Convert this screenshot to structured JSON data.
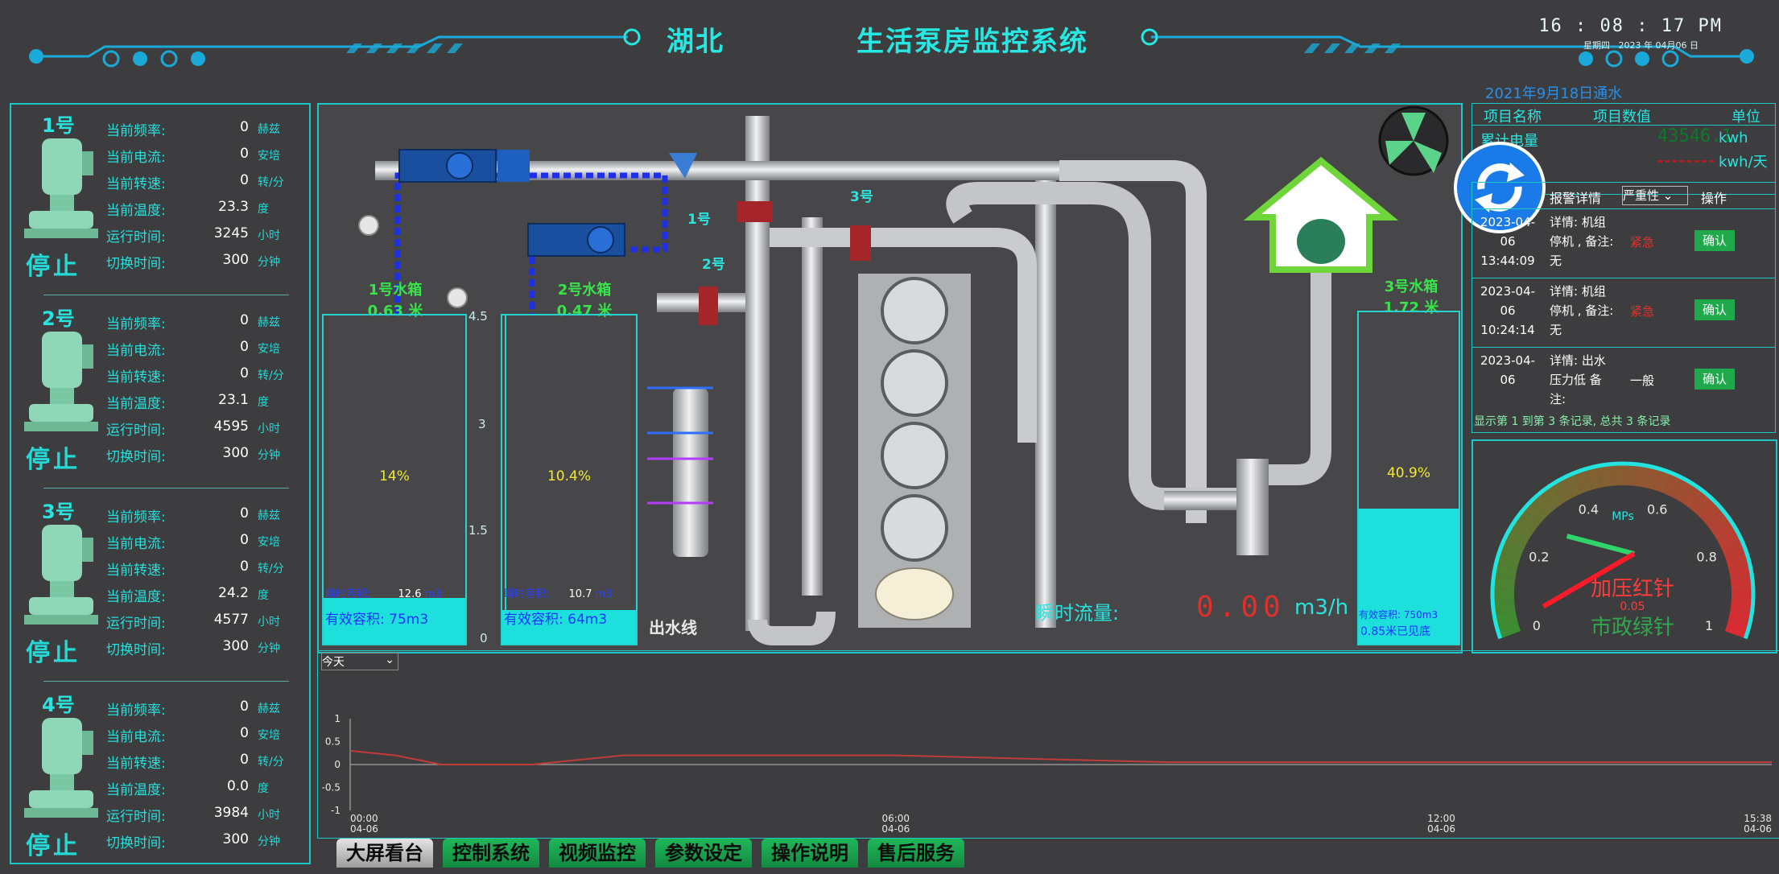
{
  "header": {
    "region": "湖北",
    "title": "生活泵房监控系统",
    "time": "16 : 08 : 17 PM",
    "weekday": "星期四",
    "date": "2023 年 04月06 日",
    "open_note": "2021年9月18日通水"
  },
  "pumps": [
    {
      "name": "1号",
      "status": "停止",
      "rows": [
        {
          "label": "当前频率:",
          "value": "0",
          "unit": "赫兹"
        },
        {
          "label": "当前电流:",
          "value": "0",
          "unit": "安培"
        },
        {
          "label": "当前转速:",
          "value": "0",
          "unit": "转/分"
        },
        {
          "label": "当前温度:",
          "value": "23.3",
          "unit": "度"
        },
        {
          "label": "运行时间:",
          "value": "3245",
          "unit": "小时"
        },
        {
          "label": "切换时间:",
          "value": "300",
          "unit": "分钟"
        }
      ]
    },
    {
      "name": "2号",
      "status": "停止",
      "rows": [
        {
          "label": "当前频率:",
          "value": "0",
          "unit": "赫兹"
        },
        {
          "label": "当前电流:",
          "value": "0",
          "unit": "安培"
        },
        {
          "label": "当前转速:",
          "value": "0",
          "unit": "转/分"
        },
        {
          "label": "当前温度:",
          "value": "23.1",
          "unit": "度"
        },
        {
          "label": "运行时间:",
          "value": "4595",
          "unit": "小时"
        },
        {
          "label": "切换时间:",
          "value": "300",
          "unit": "分钟"
        }
      ]
    },
    {
      "name": "3号",
      "status": "停止",
      "rows": [
        {
          "label": "当前频率:",
          "value": "0",
          "unit": "赫兹"
        },
        {
          "label": "当前电流:",
          "value": "0",
          "unit": "安培"
        },
        {
          "label": "当前转速:",
          "value": "0",
          "unit": "转/分"
        },
        {
          "label": "当前温度:",
          "value": "24.2",
          "unit": "度"
        },
        {
          "label": "运行时间:",
          "value": "4577",
          "unit": "小时"
        },
        {
          "label": "切换时间:",
          "value": "300",
          "unit": "分钟"
        }
      ]
    },
    {
      "name": "4号",
      "status": "停止",
      "rows": [
        {
          "label": "当前频率:",
          "value": "0",
          "unit": "赫兹"
        },
        {
          "label": "当前电流:",
          "value": "0",
          "unit": "安培"
        },
        {
          "label": "当前转速:",
          "value": "0",
          "unit": "转/分"
        },
        {
          "label": "当前温度:",
          "value": "0.0",
          "unit": "度"
        },
        {
          "label": "运行时间:",
          "value": "3984",
          "unit": "小时"
        },
        {
          "label": "切换时间:",
          "value": "300",
          "unit": "分钟"
        }
      ]
    }
  ],
  "diagram": {
    "tank1": {
      "title": "1号水箱",
      "level": "0.63 米",
      "percent": "14%",
      "fill": 0.14,
      "volume_small_label": "瞬时容积:",
      "volume_small_value": "12.6",
      "volume_small_unit": "m3",
      "volume": "有效容积: 75m3"
    },
    "tank2": {
      "title": "2号水箱",
      "level": "0.47 米",
      "percent": "10.4%",
      "fill": 0.104,
      "volume_small_label": "瞬时容积:",
      "volume_small_value": "10.7",
      "volume_small_unit": "m3",
      "volume": "有效容积: 64m3"
    },
    "tank3": {
      "title": "3号水箱",
      "level": "1.72 米",
      "percent": "40.9%",
      "fill": 0.409,
      "volume_small": "有效容积: 750m3",
      "note": "0.85米已见底"
    },
    "scale_ticks": [
      "4.5",
      "3",
      "1.5",
      "0"
    ],
    "outlet_label": "出水线",
    "valve_labels": [
      "1号",
      "2号",
      "3号"
    ],
    "flow_label": "瞬时流量:",
    "flow_value": "0.00",
    "flow_unit": "m3/h"
  },
  "energy_table": {
    "headers": [
      "项目名称",
      "项目数值",
      "单位"
    ],
    "rows": [
      {
        "name": "累计电量",
        "value": "43546.1",
        "unit": "kwh"
      },
      {
        "name": "",
        "value": "",
        "unit": "kwh/天"
      }
    ]
  },
  "alarms": {
    "headers": [
      "",
      "报警详情",
      "严重性",
      "操作"
    ],
    "severity_filter": "严重性",
    "rows": [
      {
        "time": "2023-04-06 13:44:09",
        "detail": "详情: 机组停机 , 备注:无",
        "severity": "紧急",
        "action": "确认"
      },
      {
        "time": "2023-04-06 10:24:14",
        "detail": "详情: 机组停机 , 备注:无",
        "severity": "紧急",
        "action": "确认"
      },
      {
        "time": "2023-04-06",
        "detail": "详情: 出水压力低 备注:",
        "severity": "一般",
        "action": "确认"
      }
    ],
    "footer": "显示第 1 到第 3 条记录, 总共 3 条记录"
  },
  "gauge": {
    "unit": "MPs",
    "ticks": [
      "0",
      "0.2",
      "0.4",
      "0.6",
      "0.8",
      "1"
    ],
    "red_label": "加压红针",
    "red_value": "0.05",
    "green_label": "市政绿针",
    "red_needle": 0.05,
    "green_needle": 0.3
  },
  "trend": {
    "range_select": "今天",
    "y_ticks": [
      "1",
      "0.5",
      "0",
      "-0.5",
      "-1"
    ],
    "x_ticks": [
      {
        "time": "00:00",
        "date": "04-06"
      },
      {
        "time": "06:00",
        "date": "04-06"
      },
      {
        "time": "12:00",
        "date": "04-06"
      },
      {
        "time": "15:38",
        "date": "04-06"
      }
    ],
    "chart_data": {
      "type": "line",
      "x": [
        "00:00",
        "00:30",
        "01:00",
        "02:00",
        "03:00",
        "06:00",
        "09:00",
        "12:00",
        "15:38"
      ],
      "y": [
        0.3,
        0.2,
        0,
        0,
        0.2,
        0.2,
        0.05,
        0.05,
        0.05
      ],
      "ylim": [
        -1,
        1
      ]
    }
  },
  "nav": [
    "大屏看台",
    "控制系统",
    "视频监控",
    "参数设定",
    "操作说明",
    "售后服务"
  ],
  "colors": {
    "accent": "#27e7e2",
    "tank_fill": "#1de0dc",
    "alarm_red": "#e0302a",
    "confirm_green": "#1fa84c"
  }
}
